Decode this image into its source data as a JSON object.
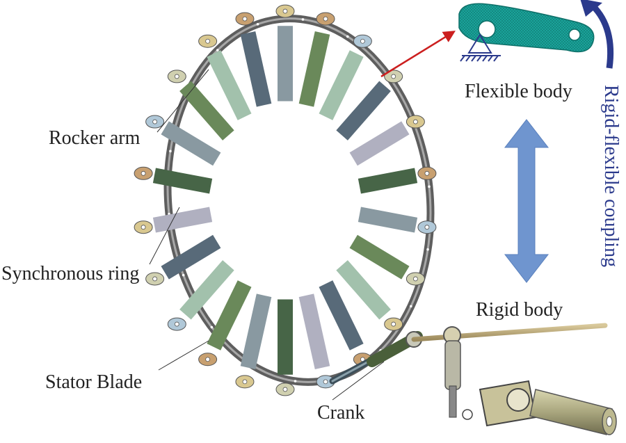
{
  "labels": {
    "rocker_arm": "Rocker arm",
    "synchronous_ring": "Synchronous ring",
    "stator_blade": "Stator Blade",
    "crank": "Crank",
    "flexible_body": "Flexible body",
    "rigid_body": "Rigid body",
    "coupling": "Rigid-flexible coupling"
  },
  "colors": {
    "ring": "#6e6e6e",
    "flexible_part": "#1aa39a",
    "flex_arrow": "#cc1f1f",
    "coupling_arrow": "#6f95cf",
    "curved_arrow": "#2b3a8c",
    "blade_palette": [
      "#8fa0a8",
      "#6f8f5e",
      "#a9c9b4",
      "#5c6f7e",
      "#b8b8c8",
      "#4a6a4a"
    ]
  },
  "stator_blade_count": 22
}
